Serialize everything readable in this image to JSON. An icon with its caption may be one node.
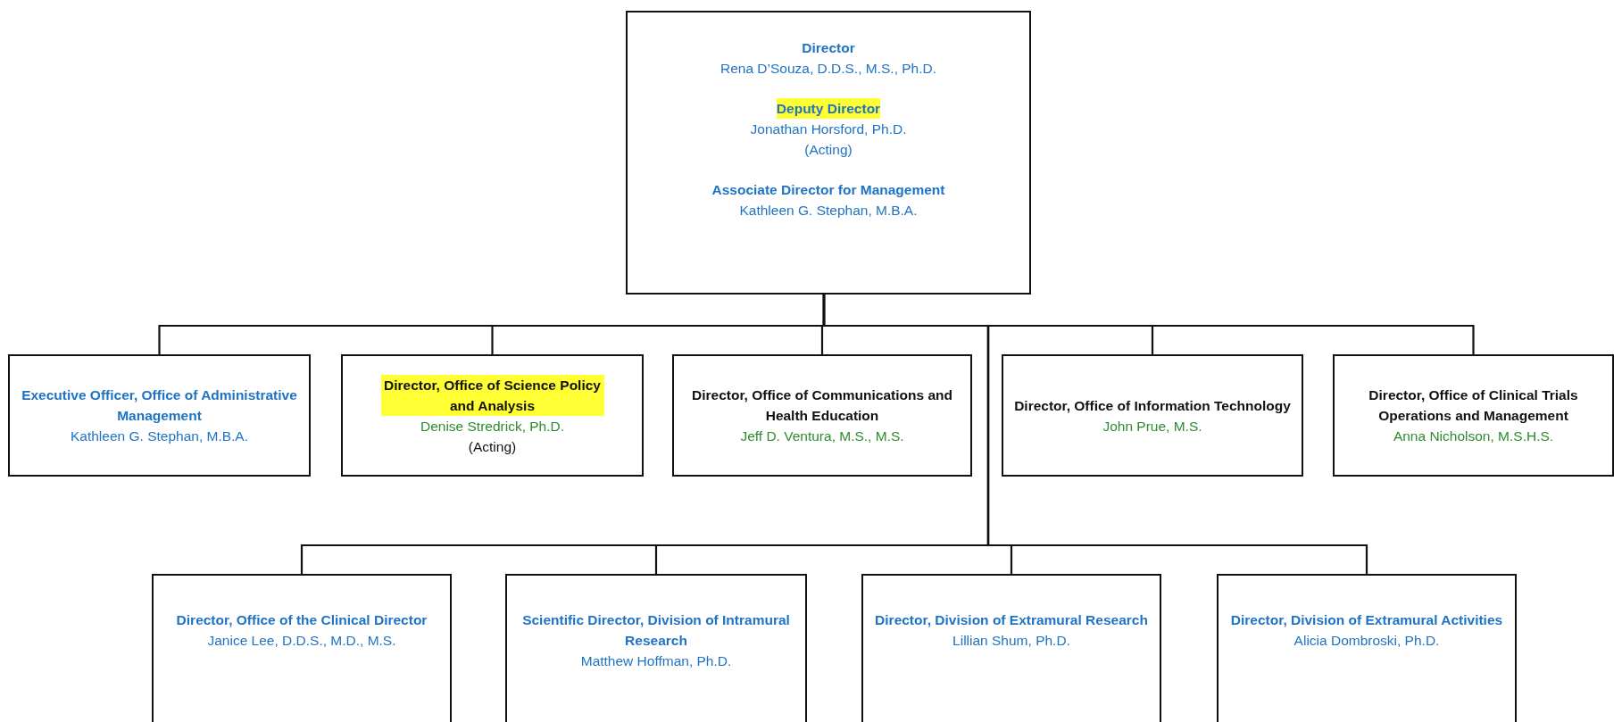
{
  "diagram": {
    "nodes": [
      {
        "text": [
          "Director",
          "Rena D’Souza, D.D.S., M.S., Ph.D.",
          "Deputy Director",
          "Jonathan Horsford, Ph.D.",
          "(Acting)",
          "Associate Director for Management",
          "Kathleen G. Stephan, M.B.A."
        ]
      },
      {
        "text": [
          "Executive Officer, Office of Administrative Management",
          "Kathleen G. Stephan, M.B.A."
        ]
      },
      {
        "text": [
          "Director, Office of Science Policy and Analysis",
          "Denise Stredrick, Ph.D.",
          "(Acting)"
        ]
      },
      {
        "text": [
          "Director, Office of Communications and Health Education",
          "Jeff D. Ventura, M.S., M.S."
        ]
      },
      {
        "text": [
          "Director, Office of Information Technology",
          "John Prue, M.S."
        ]
      },
      {
        "text": [
          "Director, Office of Clinical Trials Operations and Management",
          "Anna Nicholson, M.S.H.S."
        ]
      },
      {
        "text": [
          "Director, Office of the Clinical Director",
          "Janice Lee, D.D.S., M.D., M.S."
        ]
      },
      {
        "text": [
          "Scientific Director, Division of Intramural Research",
          "Matthew Hoffman, Ph.D."
        ]
      },
      {
        "text": [
          "Director, Division of Extramural Research",
          "Lillian Shum, Ph.D."
        ]
      },
      {
        "text": [
          "Director, Division of Extramural Activities",
          "Alicia Dombroski, Ph.D."
        ]
      }
    ],
    "edges": [
      {
        "from": 0,
        "to": 1,
        "arrow": "none"
      },
      {
        "from": 0,
        "to": 2,
        "arrow": "none"
      },
      {
        "from": 0,
        "to": 3,
        "arrow": "none"
      },
      {
        "from": 0,
        "to": 4,
        "arrow": "none"
      },
      {
        "from": 0,
        "to": 5,
        "arrow": "none"
      },
      {
        "from": 0,
        "to": 6,
        "arrow": "none"
      },
      {
        "from": 0,
        "to": 7,
        "arrow": "none"
      },
      {
        "from": 0,
        "to": 8,
        "arrow": "none"
      },
      {
        "from": 0,
        "to": 9,
        "arrow": "none"
      }
    ]
  }
}
